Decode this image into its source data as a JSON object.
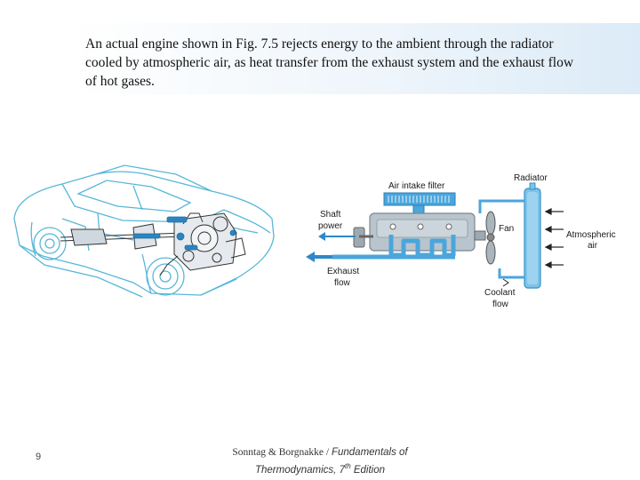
{
  "caption": {
    "lines": [
      "An actual engine shown in Fig. 7.5 rejects energy to the ambient through the radiator",
      "cooled by atmospheric air, as heat transfer from the exhaust system and the exhaust flow",
      "of hot gases."
    ]
  },
  "figure": {
    "labels": {
      "air_intake_filter": "Air intake filter",
      "radiator": "Radiator",
      "shaft_power_1": "Shaft",
      "shaft_power_2": "power",
      "fan": "Fan",
      "atmospheric_air_1": "Atmospheric",
      "atmospheric_air_2": "air",
      "exhaust_flow_1": "Exhaust",
      "exhaust_flow_2": "flow",
      "coolant_flow_1": "Coolant",
      "coolant_flow_2": "flow"
    },
    "colors": {
      "car_line": "#58b7d8",
      "engine_part": "#2b84bf",
      "engine_body": "#b9c4cc",
      "arrow": "#2f88c8"
    }
  },
  "footer": {
    "page_number": "9",
    "authors": "Sonntag & Borgnakke",
    "separator": " / ",
    "title_line1": "Fundamentals of",
    "title_line2_pre": "Thermodynamics, 7",
    "title_line2_sup": "th",
    "title_line2_post": " Edition"
  }
}
